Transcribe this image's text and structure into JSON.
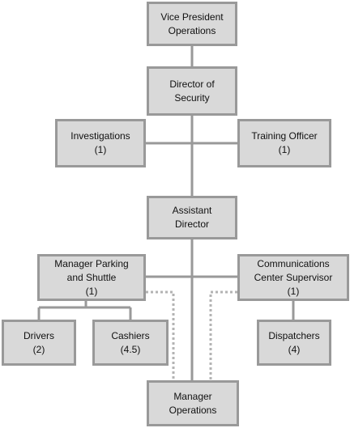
{
  "colors": {
    "box_fill": "#d9d9d9",
    "box_border": "#999999",
    "line": "#999999",
    "dotted": "#b3b3b3"
  },
  "nodes": {
    "vp": {
      "lines": [
        "Vice President",
        "Operations"
      ]
    },
    "director": {
      "lines": [
        "Director of",
        "Security"
      ]
    },
    "invest": {
      "lines": [
        "Investigations",
        "(1)"
      ]
    },
    "training": {
      "lines": [
        "Training Officer",
        "(1)"
      ]
    },
    "assistant": {
      "lines": [
        "Assistant",
        "Director"
      ]
    },
    "parking": {
      "lines": [
        "Manager Parking",
        "and Shuttle",
        "(1)"
      ]
    },
    "comm": {
      "lines": [
        "Communications",
        "Center Supervisor",
        "(1)"
      ]
    },
    "drivers": {
      "lines": [
        "Drivers",
        "(2)"
      ]
    },
    "cashiers": {
      "lines": [
        "Cashiers",
        "(4.5)"
      ]
    },
    "dispatch": {
      "lines": [
        "Dispatchers",
        "(4)"
      ]
    },
    "mgrops": {
      "lines": [
        "Manager",
        "Operations"
      ]
    }
  }
}
